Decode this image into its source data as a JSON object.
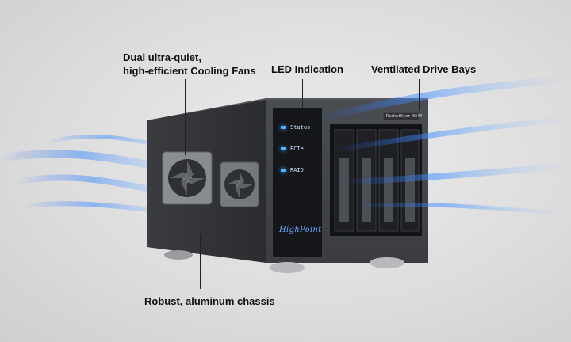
{
  "callouts": {
    "fans_line1": "Dual ultra-quiet,",
    "fans_line2": "high-efficient Cooling Fans",
    "led": "LED Indication",
    "bays": "Ventilated Drive Bays",
    "chassis": "Robust, aluminum chassis"
  },
  "panel": {
    "status": "Status",
    "pcie": "PCIe",
    "raid": "RAID",
    "logo": "HighPoint",
    "model_plate": "RocketStor 6644"
  },
  "colors": {
    "accent_blue": "#3f8cff",
    "led_blue": "#4fb6ff",
    "chassis_dark": "#2b2d30"
  }
}
